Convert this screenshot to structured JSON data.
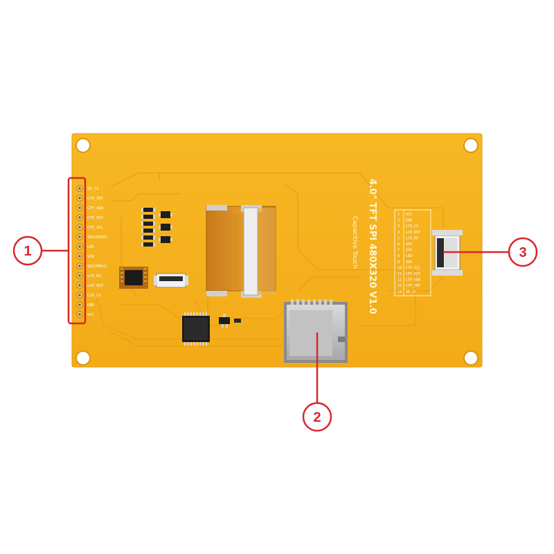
{
  "board": {
    "model_title": "4.0\" TFT SPI 480X320 V1.0",
    "subtitle": "Capacitive Touch"
  },
  "left_pins": [
    "SD_CS",
    "CTP_INT",
    "CTP_SDA",
    "CTP_RST",
    "CTP_SCL",
    "SDO(MISO)",
    "LED",
    "SCK",
    "SDI(MOSI)",
    "LCD_RS",
    "LCD_RST",
    "LCD_CS",
    "GND",
    "VCC"
  ],
  "right_pins": [
    {
      "num": "1",
      "label": "VCC"
    },
    {
      "num": "2",
      "label": "GND"
    },
    {
      "num": "3",
      "label": "LCD_CS"
    },
    {
      "num": "4",
      "label": "LCD_RST"
    },
    {
      "num": "5",
      "label": "LCD_RS"
    },
    {
      "num": "6",
      "label": "SDI"
    },
    {
      "num": "7",
      "label": "SCK"
    },
    {
      "num": "8",
      "label": "LED"
    },
    {
      "num": "9",
      "label": "SDO"
    },
    {
      "num": "10",
      "label": "CTP_SCL"
    },
    {
      "num": "11",
      "label": "CTP_RST"
    },
    {
      "num": "12",
      "label": "CTP_SDA"
    },
    {
      "num": "13",
      "label": "CTP_INT"
    },
    {
      "num": "14",
      "label": "SD_CS"
    }
  ],
  "callouts": [
    {
      "id": "1",
      "symbol": "1"
    },
    {
      "id": "2",
      "symbol": "2"
    },
    {
      "id": "3",
      "symbol": "3"
    }
  ],
  "colors": {
    "pcb": "#f5b21e",
    "callout": "#d7262b"
  }
}
